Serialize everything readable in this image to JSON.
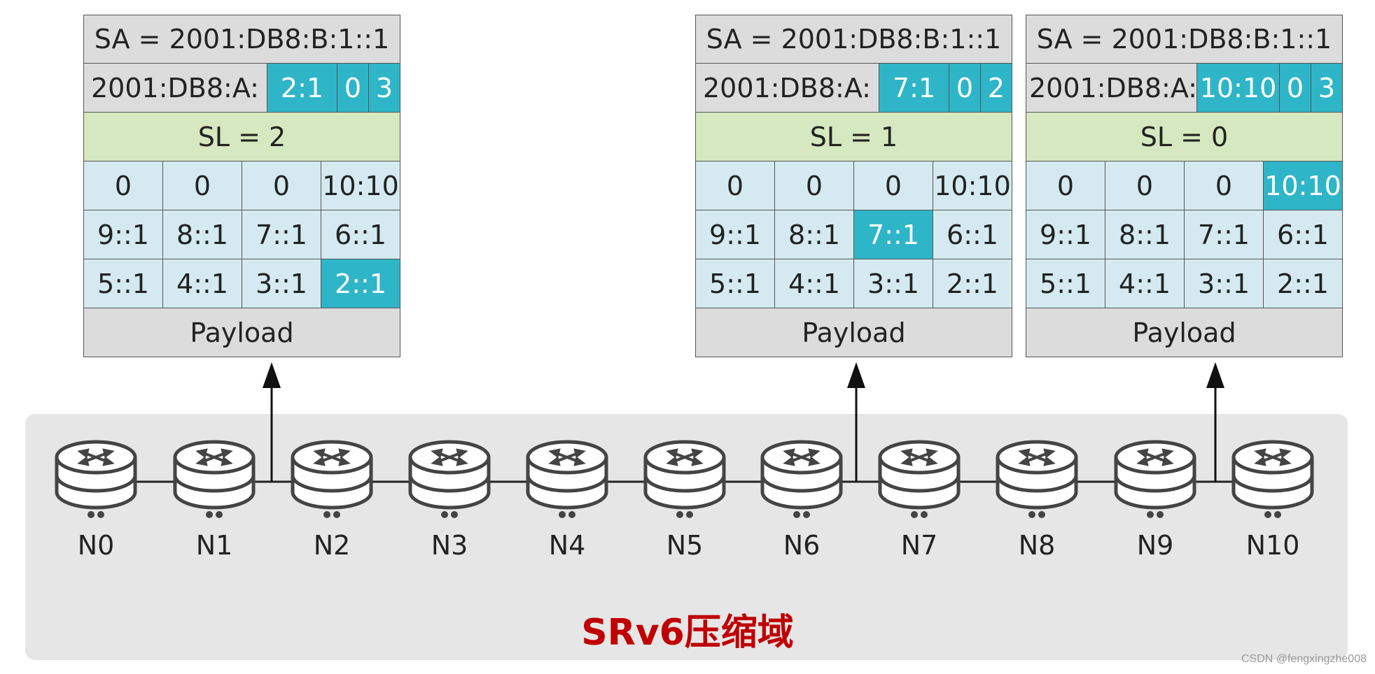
{
  "packets": [
    {
      "sa": "SA = 2001:DB8:B:1::1",
      "addr_prefix": "2001:DB8:A:",
      "addr_parts": [
        "2:1",
        "0",
        "3"
      ],
      "sl": "SL = 2",
      "sid_rows": [
        [
          "0",
          "0",
          "0",
          "10:10"
        ],
        [
          "9::1",
          "8::1",
          "7::1",
          "6::1"
        ],
        [
          "5::1",
          "4::1",
          "3::1",
          "2::1"
        ]
      ],
      "active_sid": [
        2,
        3
      ],
      "payload": "Payload",
      "source_node": "N1"
    },
    {
      "sa": "SA = 2001:DB8:B:1::1",
      "addr_prefix": "2001:DB8:A:",
      "addr_parts": [
        "7:1",
        "0",
        "2"
      ],
      "sl": "SL = 1",
      "sid_rows": [
        [
          "0",
          "0",
          "0",
          "10:10"
        ],
        [
          "9::1",
          "8::1",
          "7::1",
          "6::1"
        ],
        [
          "5::1",
          "4::1",
          "3::1",
          "2::1"
        ]
      ],
      "active_sid": [
        1,
        2
      ],
      "payload": "Payload",
      "source_node": "N6"
    },
    {
      "sa": "SA = 2001:DB8:B:1::1",
      "addr_prefix": "2001:DB8:A:",
      "addr_parts": [
        "10:10",
        "0",
        "3"
      ],
      "sl": "SL = 0",
      "sid_rows": [
        [
          "0",
          "0",
          "0",
          "10:10"
        ],
        [
          "9::1",
          "8::1",
          "7::1",
          "6::1"
        ],
        [
          "5::1",
          "4::1",
          "3::1",
          "2::1"
        ]
      ],
      "active_sid": [
        0,
        3
      ],
      "payload": "Payload",
      "source_node": "N9"
    }
  ],
  "nodes": [
    "N0",
    "N1",
    "N2",
    "N3",
    "N4",
    "N5",
    "N6",
    "N7",
    "N8",
    "N9",
    "N10"
  ],
  "domain_label": "SRv6压缩域",
  "watermark": "CSDN @fengxingzhe008",
  "colors": {
    "highlight": "#2fb5c8",
    "sl_bg": "#d5e8bf",
    "sid_bg": "#d4eaf0",
    "domain_text": "#c00000",
    "domain_bg": "#e6e6e6"
  }
}
